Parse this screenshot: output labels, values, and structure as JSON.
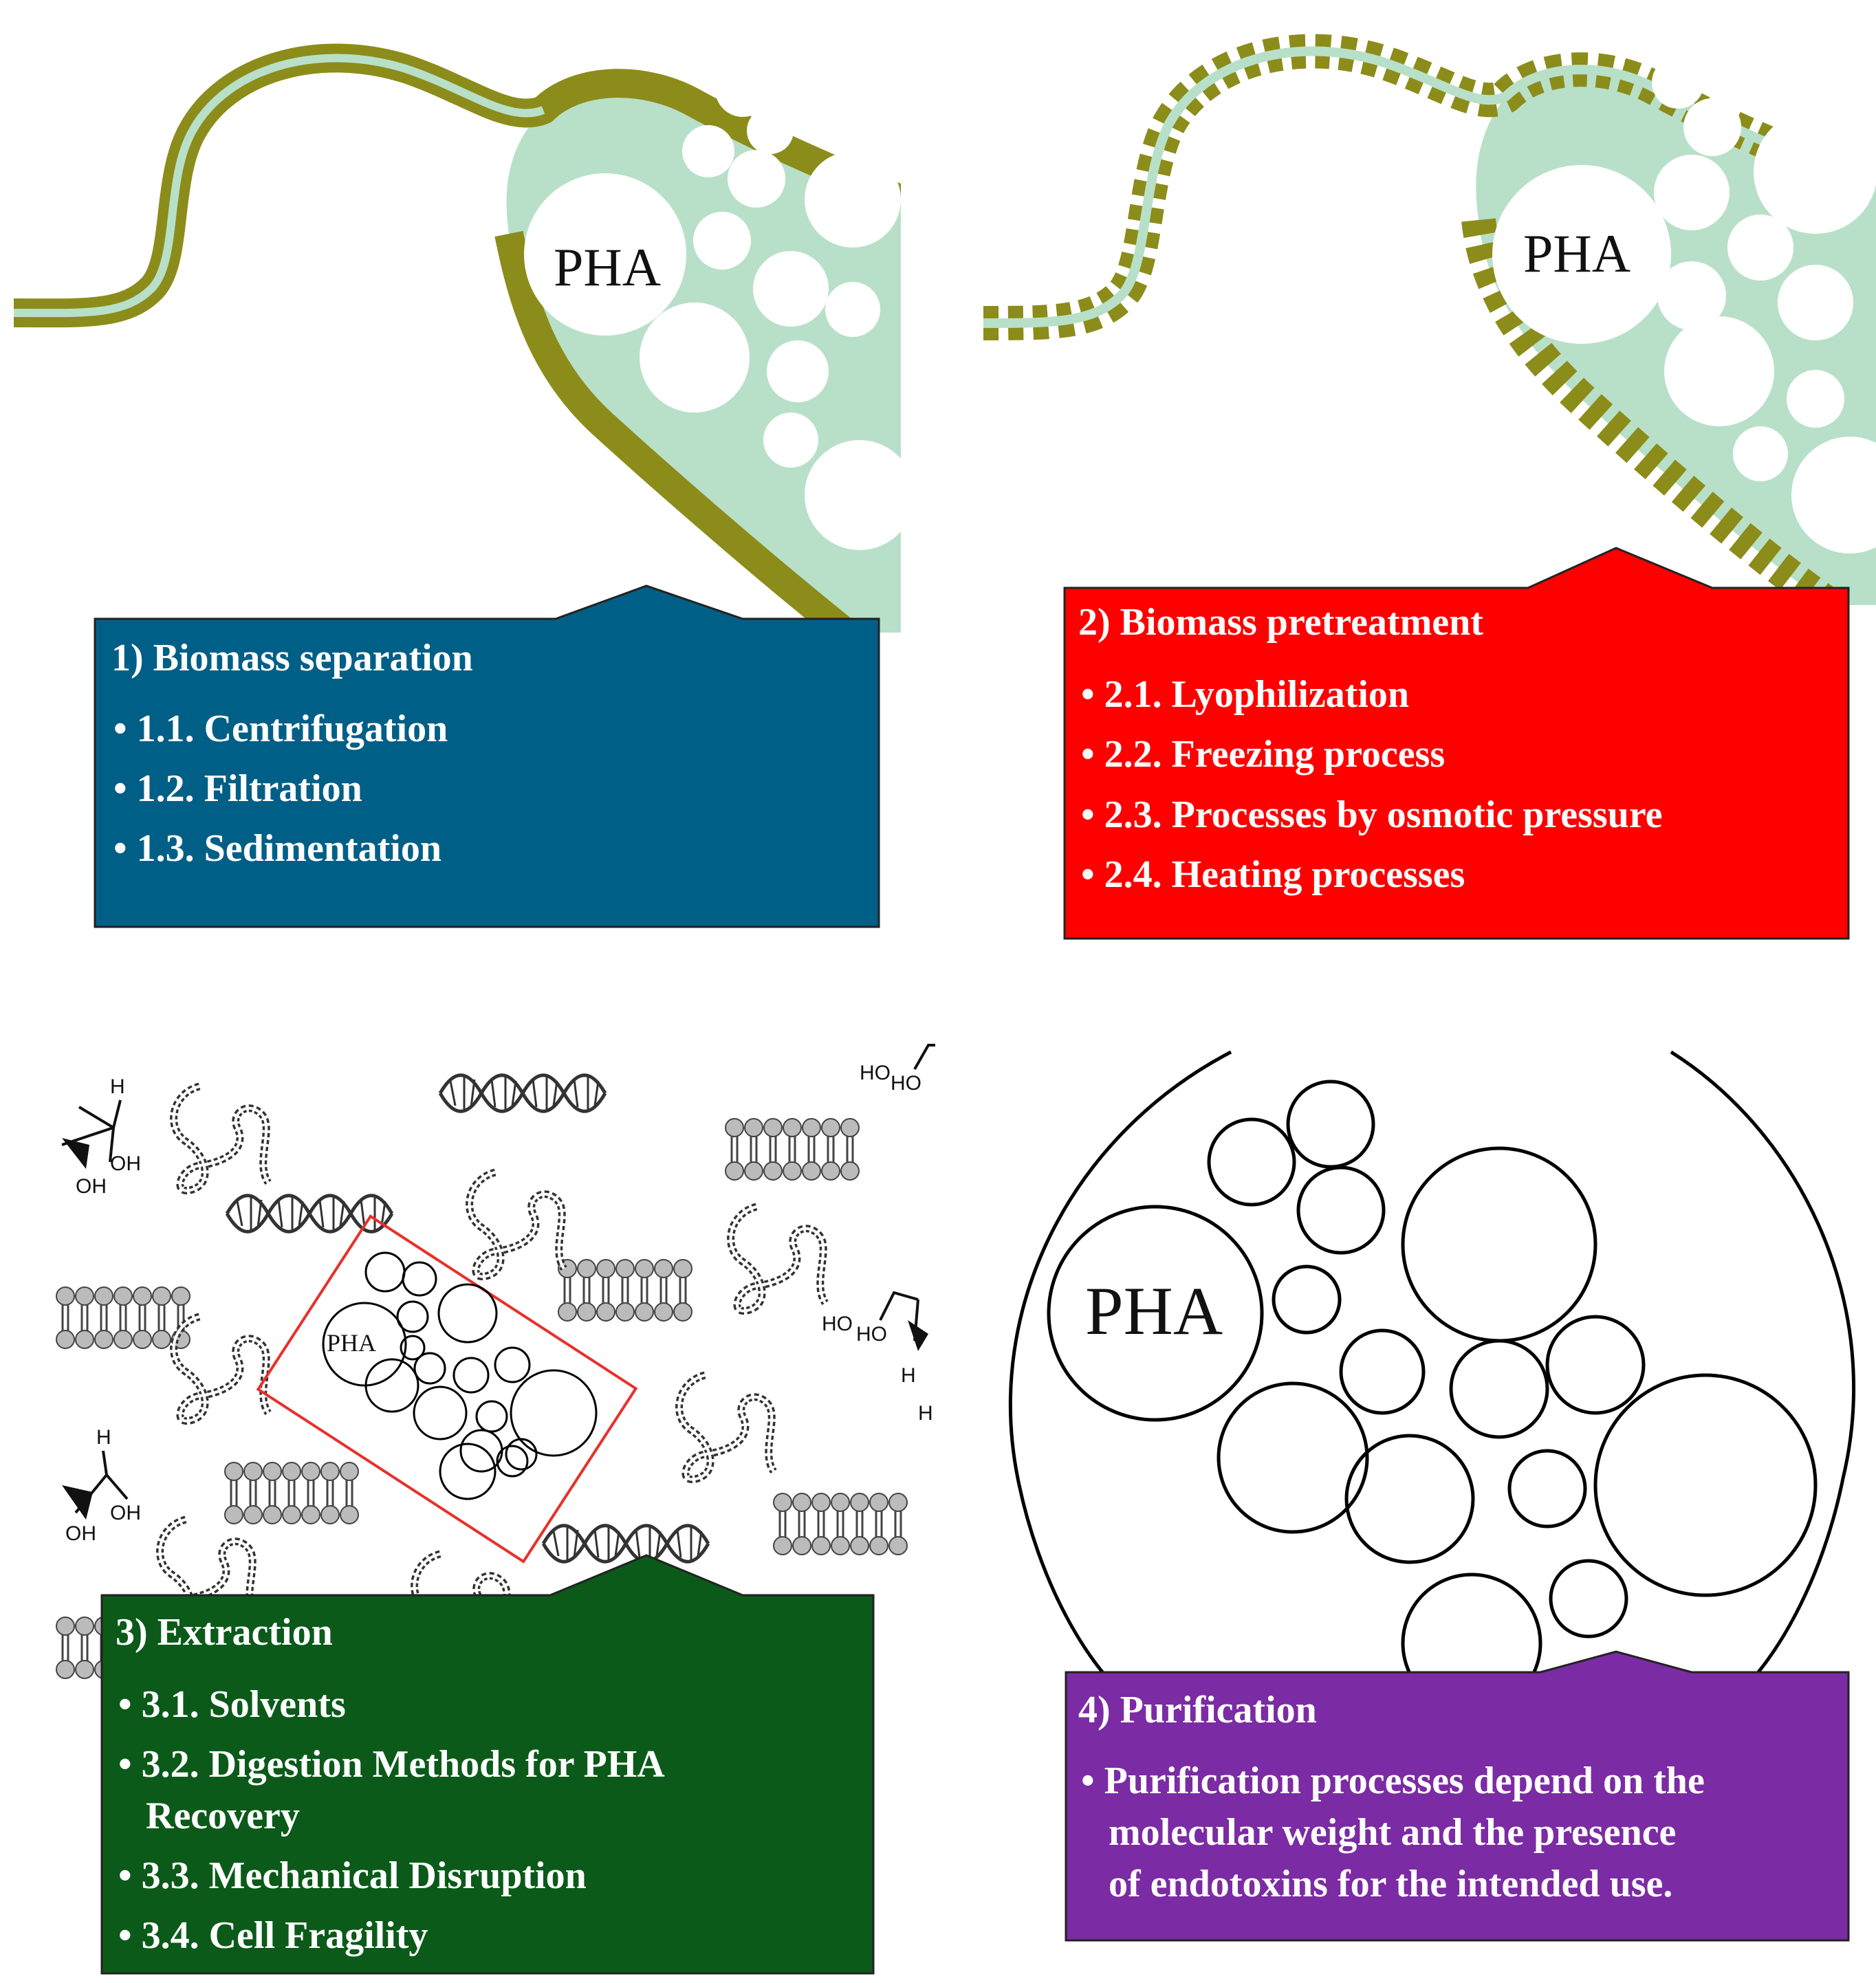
{
  "colors": {
    "membrane": "#8c8c1a",
    "cytoplasm": "#b8e0c8",
    "panel1_box": "#005f87",
    "panel2_box": "#ff0000",
    "panel3_box": "#0b5a1a",
    "panel4_box": "#7b2ba3",
    "granule_outline": "#000000",
    "extraction_frame": "#e8302b"
  },
  "panels": {
    "p1": {
      "pha_label": "PHA",
      "title": "1) Biomass separation",
      "items": [
        "• 1.1. Centrifugation",
        "• 1.2. Filtration",
        "• 1.3. Sedimentation"
      ]
    },
    "p2": {
      "pha_label": "PHA",
      "title": "2) Biomass pretreatment",
      "items": [
        "• 2.1. Lyophilization",
        "• 2.2. Freezing process",
        "• 2.3. Processes by osmotic pressure",
        "• 2.4. Heating processes"
      ]
    },
    "p3": {
      "pha_label": "PHA",
      "title": "3) Extraction",
      "items": [
        {
          "line1": "• 3.1. Solvents",
          "line2": ""
        },
        {
          "line1": "• 3.2. Digestion Methods for PHA",
          "line2": "Recovery"
        },
        {
          "line1": "• 3.3. Mechanical Disruption",
          "line2": ""
        },
        {
          "line1": "• 3.4. Cell Fragility",
          "line2": ""
        }
      ]
    },
    "p4": {
      "pha_label": "PHA",
      "title": "4) Purification",
      "lines": [
        "• Purification processes depend on the",
        "molecular weight and the presence",
        "of endotoxins for the intended use."
      ]
    }
  },
  "chem_labels": {
    "h": "H",
    "oh": "OH",
    "ho": "HO"
  }
}
